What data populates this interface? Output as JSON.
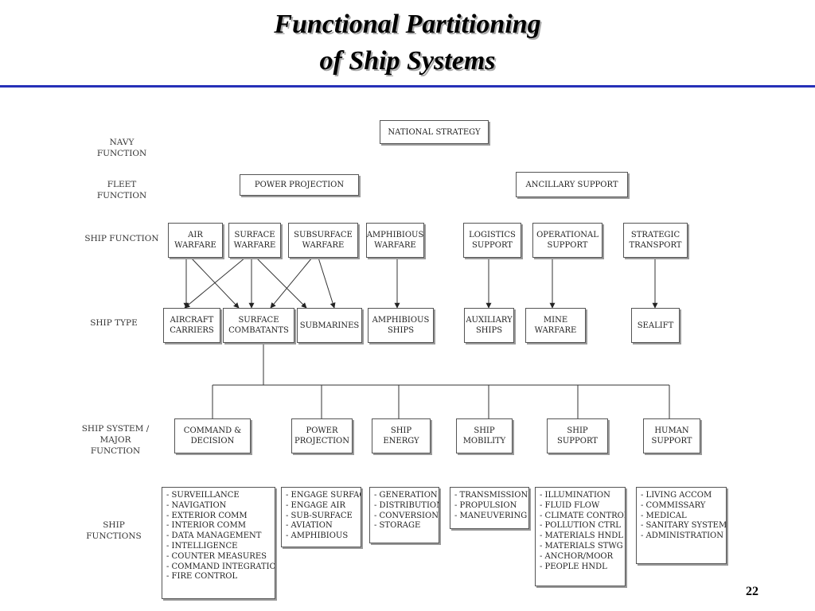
{
  "title": {
    "line1": "Functional Partitioning",
    "line2": "of Ship Systems"
  },
  "row_labels": {
    "navy": [
      "NAVY",
      "FUNCTION"
    ],
    "fleet": [
      "FLEET",
      "FUNCTION"
    ],
    "ship_function": "SHIP FUNCTION",
    "ship_type": "SHIP TYPE",
    "ship_system": [
      "SHIP SYSTEM /",
      "MAJOR",
      "FUNCTION"
    ],
    "ship_functions": [
      "SHIP",
      "FUNCTIONS"
    ]
  },
  "navy": {
    "national_strategy": "NATIONAL STRATEGY"
  },
  "fleet": {
    "power_projection": "POWER PROJECTION",
    "ancillary_support": "ANCILLARY SUPPORT"
  },
  "ship_function": {
    "air": [
      "AIR",
      "WARFARE"
    ],
    "surface": [
      "SURFACE",
      "WARFARE"
    ],
    "subsurface": [
      "SUBSURFACE",
      "WARFARE"
    ],
    "amphibious": [
      "AMPHIBIOUS",
      "WARFARE"
    ],
    "logistics": [
      "LOGISTICS",
      "SUPPORT"
    ],
    "operational": [
      "OPERATIONAL",
      "SUPPORT"
    ],
    "strategic": [
      "STRATEGIC",
      "TRANSPORT"
    ]
  },
  "ship_type": {
    "aircraft": [
      "AIRCRAFT",
      "CARRIERS"
    ],
    "combatants": [
      "SURFACE",
      "COMBATANTS"
    ],
    "submarines": "SUBMARINES",
    "amphibious": [
      "AMPHIBIOUS",
      "SHIPS"
    ],
    "auxiliary": [
      "AUXILIARY",
      "SHIPS"
    ],
    "mine": [
      "MINE",
      "WARFARE"
    ],
    "sealift": "SEALIFT"
  },
  "ship_system": {
    "command": [
      "COMMAND &",
      "DECISION"
    ],
    "power": [
      "POWER",
      "PROJECTION"
    ],
    "energy": [
      "SHIP",
      "ENERGY"
    ],
    "mobility": [
      "SHIP",
      "MOBILITY"
    ],
    "support": [
      "SHIP",
      "SUPPORT"
    ],
    "human": [
      "HUMAN",
      "SUPPORT"
    ]
  },
  "functions": {
    "command": [
      "-  SURVEILLANCE",
      "-  NAVIGATION",
      "-  EXTERIOR COMM",
      "-  INTERIOR COMM",
      "-  DATA MANAGEMENT",
      "-  INTELLIGENCE",
      "-  COUNTER MEASURES",
      "-  COMMAND INTEGRATION",
      "-  FIRE CONTROL"
    ],
    "power": [
      "- ENGAGE SURFACE",
      "-  ENGAGE AIR",
      "-  SUB-SURFACE",
      "-  AVIATION",
      "-  AMPHIBIOUS"
    ],
    "energy": [
      "-  GENERATION",
      "-  DISTRIBUTION",
      "-  CONVERSION",
      "-  STORAGE"
    ],
    "mobility": [
      "-  TRANSMISSION",
      "-  PROPULSION",
      "-  MANEUVERING"
    ],
    "support": [
      "-  ILLUMINATION",
      "-  FLUID FLOW",
      "-  CLIMATE CONTROL",
      "-  POLLUTION CTRL",
      "-  MATERIALS HNDL",
      "-  MATERIALS STWG",
      "-  ANCHOR/MOOR",
      "-  PEOPLE HNDL"
    ],
    "human": [
      "-  LIVING ACCOM",
      "-  COMMISSARY",
      "-  MEDICAL",
      "-  SANITARY SYSTEM",
      "-  ADMINISTRATION"
    ]
  },
  "page_number": "22"
}
